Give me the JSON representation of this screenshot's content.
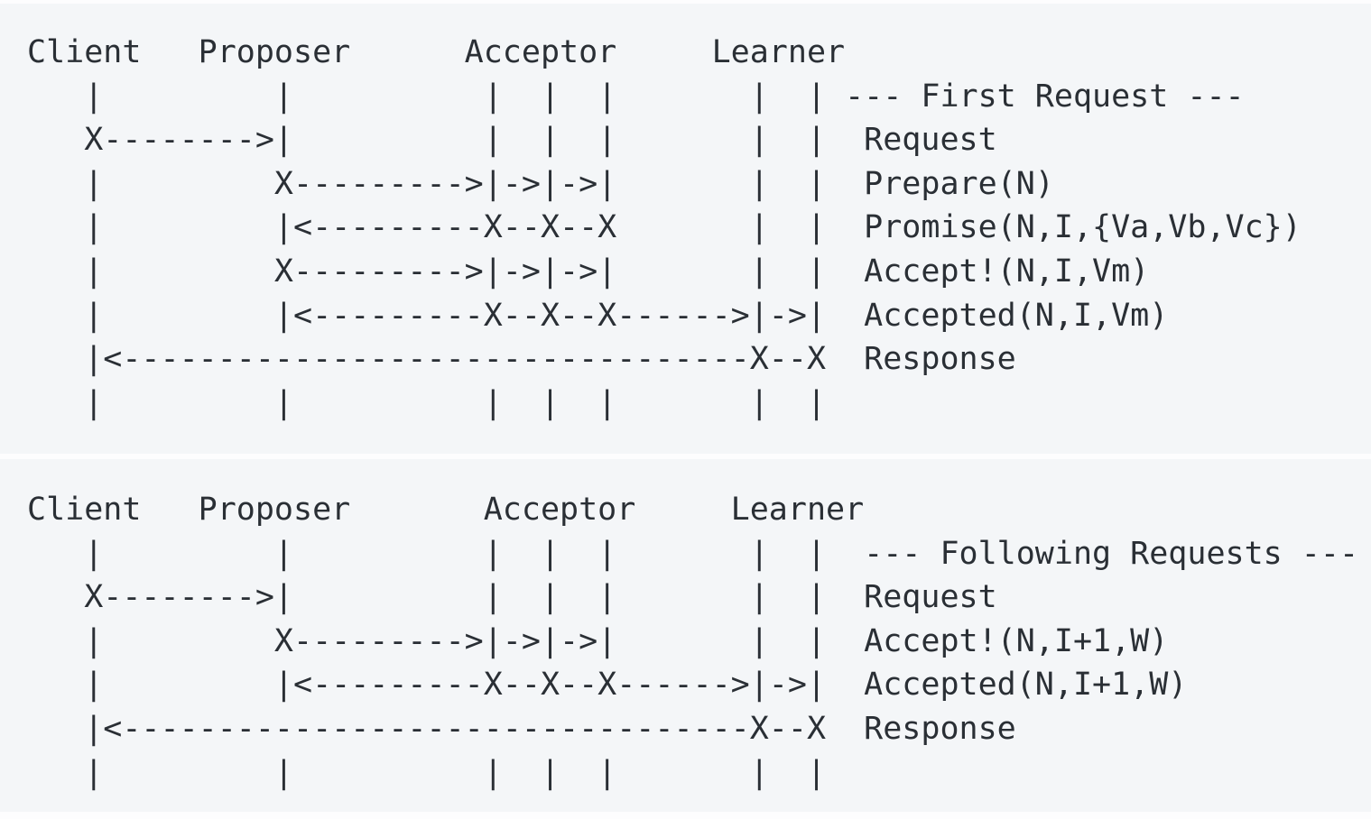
{
  "page": {
    "background": "#fdfdfe",
    "code_block_background": "#f4f6f8",
    "text_color": "#2a2f35"
  },
  "diagram": {
    "type": "ascii-sequence-diagram",
    "participants": [
      "Client",
      "Proposer",
      "Acceptor",
      "Learner"
    ],
    "blocks": [
      {
        "title": "--- First Request ---",
        "messages": [
          "Request",
          "Prepare(N)",
          "Promise(N,I,{Va,Vb,Vc})",
          "Accept!(N,I,Vm)",
          "Accepted(N,I,Vm)",
          "Response"
        ],
        "lines": [
          "Client   Proposer      Acceptor     Learner",
          "   |         |          |  |  |       |  | --- First Request ---",
          "   X-------->|          |  |  |       |  |  Request",
          "   |         X--------->|->|->|       |  |  Prepare(N)",
          "   |         |<---------X--X--X       |  |  Promise(N,I,{Va,Vb,Vc})",
          "   |         X--------->|->|->|       |  |  Accept!(N,I,Vm)",
          "   |         |<---------X--X--X------>|->|  Accepted(N,I,Vm)",
          "   |<---------------------------------X--X  Response",
          "   |         |          |  |  |       |  |"
        ]
      },
      {
        "title": "--- Following Requests ---",
        "messages": [
          "Request",
          "Accept!(N,I+1,W)",
          "Accepted(N,I+1,W)",
          "Response"
        ],
        "lines": [
          "Client   Proposer       Acceptor     Learner",
          "   |         |          |  |  |       |  |  --- Following Requests ---",
          "   X-------->|          |  |  |       |  |  Request",
          "   |         X--------->|->|->|       |  |  Accept!(N,I+1,W)",
          "   |         |<---------X--X--X------>|->|  Accepted(N,I+1,W)",
          "   |<---------------------------------X--X  Response",
          "   |         |          |  |  |       |  |"
        ]
      }
    ]
  }
}
